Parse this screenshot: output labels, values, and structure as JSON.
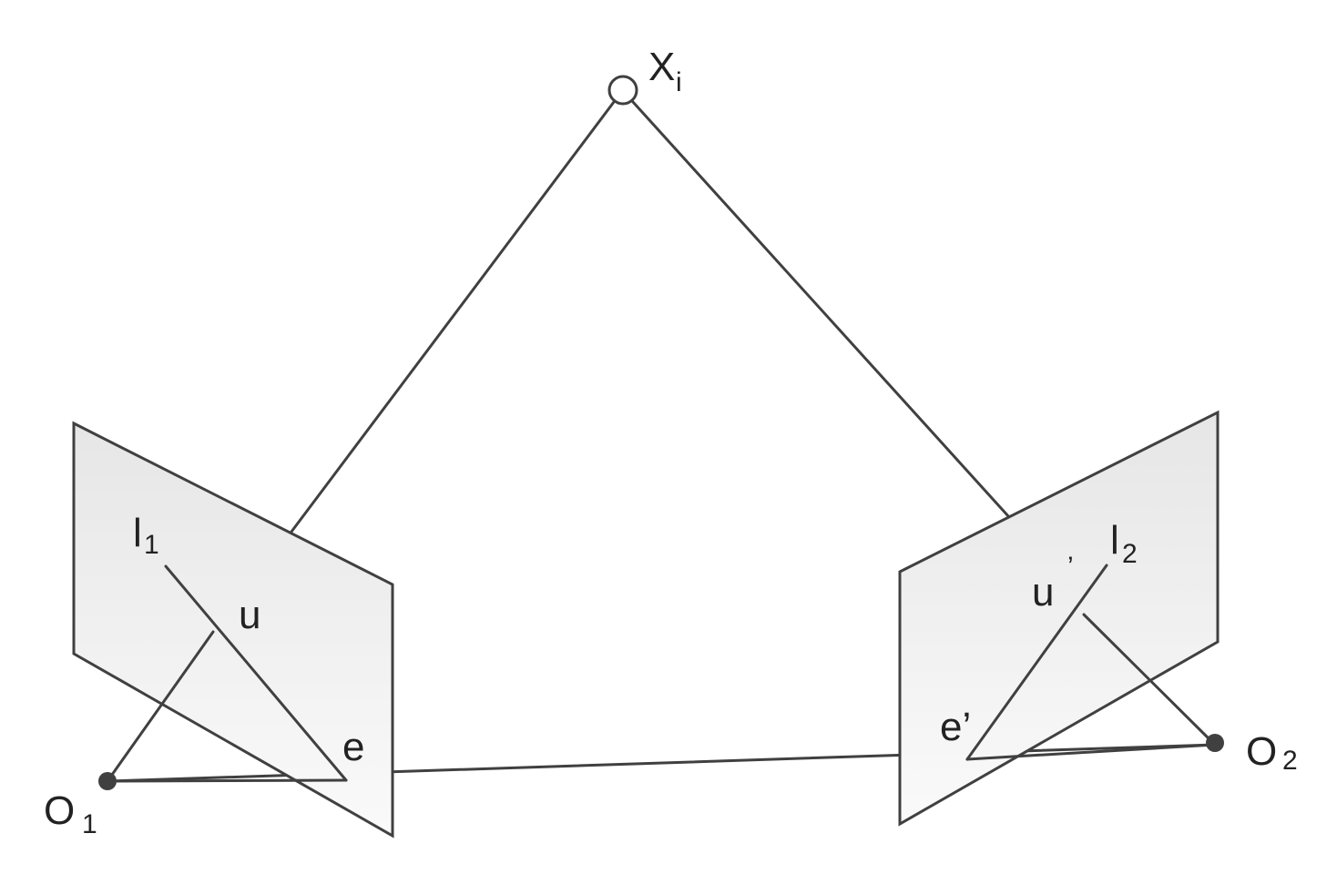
{
  "labels": {
    "point_main": "X",
    "point_sub": "i",
    "left_line": "l",
    "left_line_sub": "1",
    "right_line": "l",
    "right_line_sub": "2",
    "left_point": "u",
    "right_point": "u",
    "right_point_mark": "’",
    "left_epipole": "e",
    "right_epipole": "e’",
    "left_center": "O",
    "left_center_sub": "1",
    "right_center": "O",
    "right_center_sub": "2"
  },
  "colors": {
    "stroke": "#404040",
    "plane_fill_top": "#e6e6e6",
    "plane_fill_bottom": "#fafafa",
    "text": "#222222"
  }
}
